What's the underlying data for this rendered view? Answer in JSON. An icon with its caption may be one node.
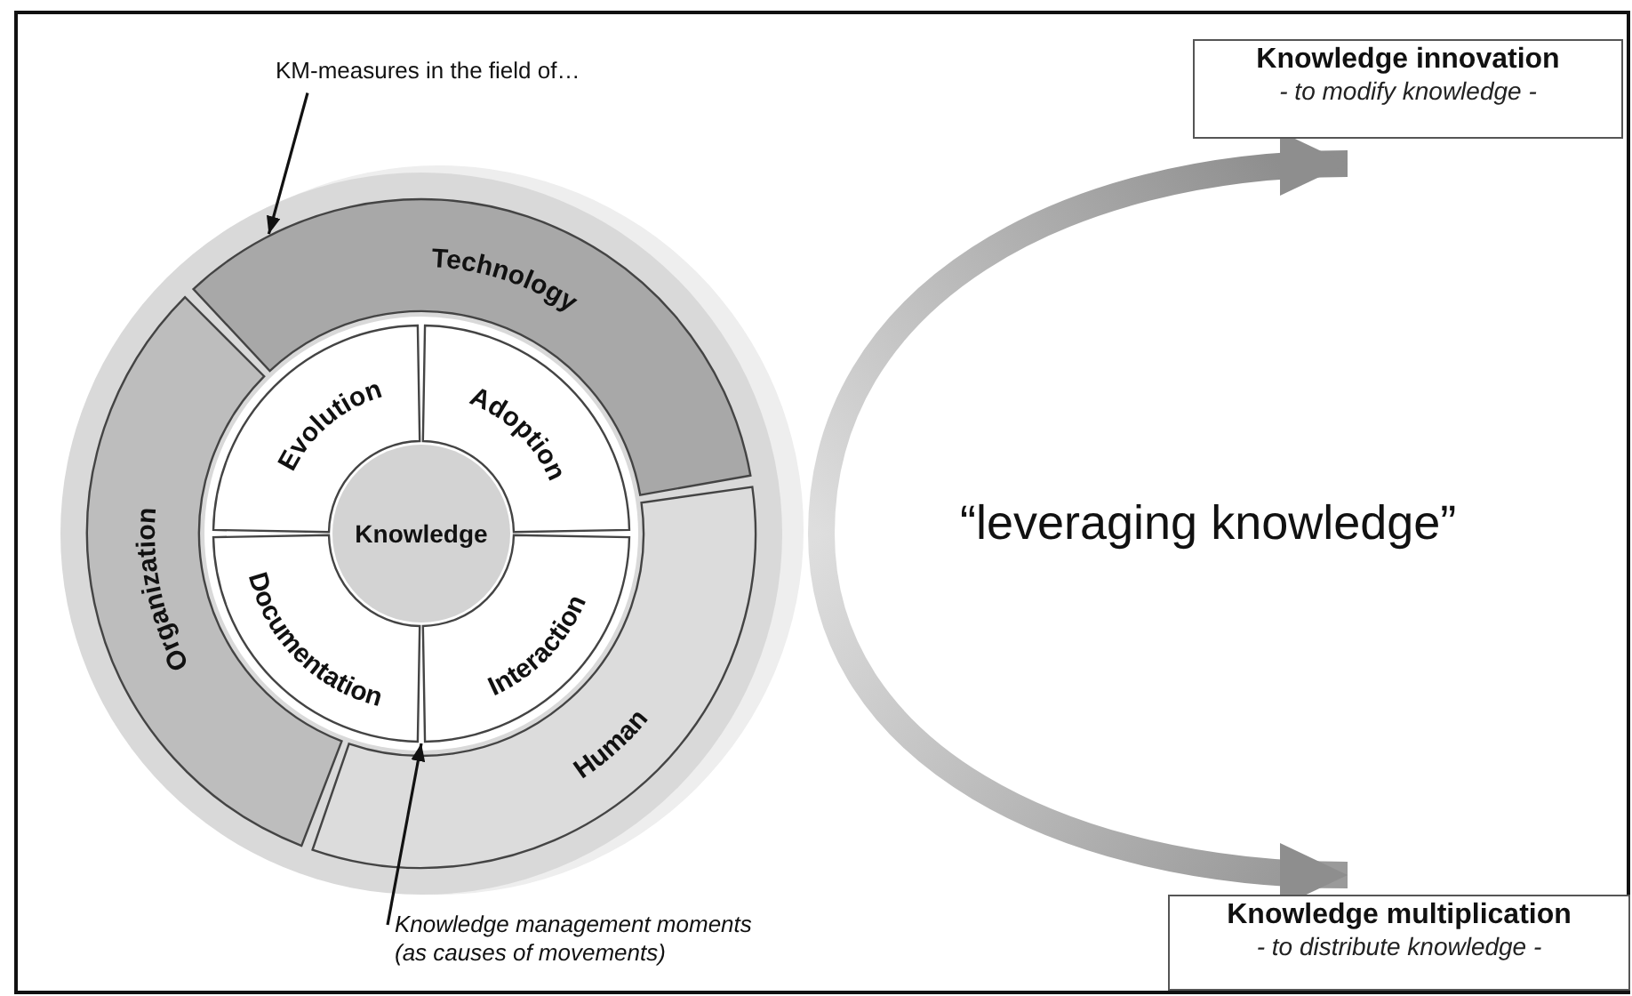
{
  "diagram": {
    "nodes": [
      {
        "text": [
          "KM-measures in the field of…"
        ]
      },
      {
        "text": [
          "Technology"
        ]
      },
      {
        "text": [
          "Human"
        ]
      },
      {
        "text": [
          "Organization"
        ]
      },
      {
        "text": [
          "Evolution"
        ]
      },
      {
        "text": [
          "Adoption"
        ]
      },
      {
        "text": [
          "Documentation"
        ]
      },
      {
        "text": [
          "Interaction"
        ]
      },
      {
        "text": [
          "Knowledge"
        ]
      },
      {
        "text": [
          "Knowledge management moments (as causes of movements)"
        ]
      },
      {
        "text": [
          "Knowledge innovation",
          "- to modify knowledge -"
        ]
      },
      {
        "text": [
          "Knowledge multiplication",
          "- to distribute knowledge -"
        ]
      }
    ],
    "edges": [
      {
        "from": 0,
        "to": 1,
        "arrow": "to"
      },
      {
        "from": 9,
        "to": 6,
        "arrow": "to"
      },
      {
        "from": null,
        "to": 10,
        "arrow": "to",
        "style": "thick"
      },
      {
        "from": null,
        "to": 11,
        "arrow": "to",
        "style": "thick"
      }
    ],
    "labels": [
      "“leveraging knowledge”"
    ]
  }
}
